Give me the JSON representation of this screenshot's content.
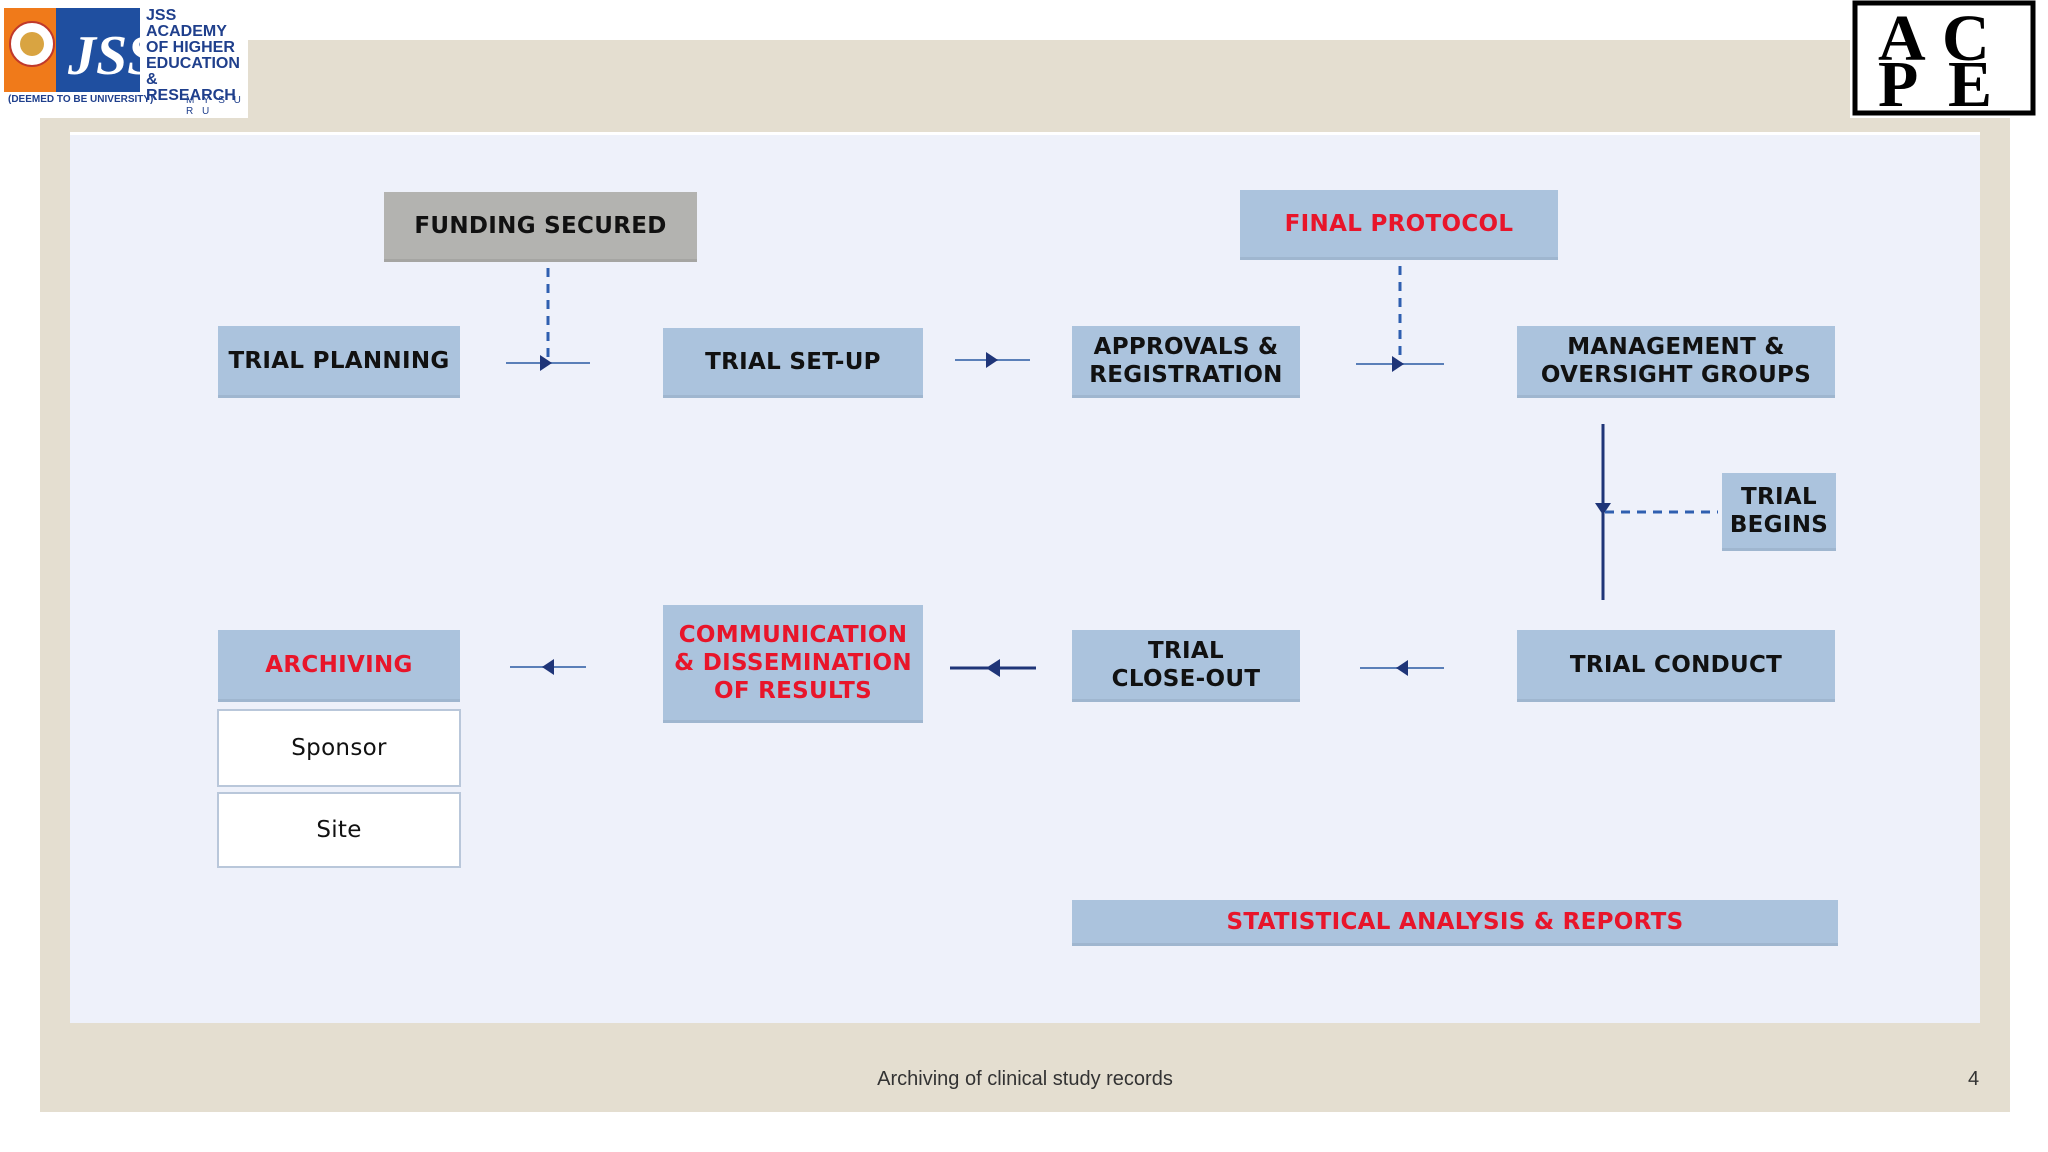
{
  "logos": {
    "left": {
      "mark": "JSS",
      "lines": [
        "JSS",
        "ACADEMY",
        "OF HIGHER",
        "EDUCATION",
        "& RESEARCH"
      ],
      "deemed": "(DEEMED TO BE UNIVERSITY)",
      "city": "M Y S U R U"
    },
    "right": {
      "letters": [
        "A",
        "C",
        "P",
        "E"
      ]
    }
  },
  "diagram": {
    "funding_secured": "FUNDING SECURED",
    "final_protocol": "FINAL PROTOCOL",
    "trial_planning": "TRIAL PLANNING",
    "trial_setup": "TRIAL SET-UP",
    "approvals_line1": "APPROVALS &",
    "approvals_line2": "REGISTRATION",
    "management_line1": "MANAGEMENT &",
    "management_line2": "OVERSIGHT GROUPS",
    "trial_begins_line1": "TRIAL",
    "trial_begins_line2": "BEGINS",
    "archiving": "ARCHIVING",
    "sponsor": "Sponsor",
    "site": "Site",
    "communication_line1": "COMMUNICATION",
    "communication_line2": "& DISSEMINATION",
    "communication_line3": "OF RESULTS",
    "closeout_line1": "TRIAL",
    "closeout_line2": "CLOSE-OUT",
    "trial_conduct": "TRIAL CONDUCT",
    "statistical_analysis": "STATISTICAL ANALYSIS & REPORTS"
  },
  "colors": {
    "box_blue": "#abc3dd",
    "box_gray": "#b3b3b0",
    "highlight_red": "#e8152a",
    "arrow_navy": "#1f3578",
    "dashed_blue": "#2f5fb0"
  },
  "footer": {
    "caption": "Archiving of clinical study records",
    "page_number": "4"
  }
}
